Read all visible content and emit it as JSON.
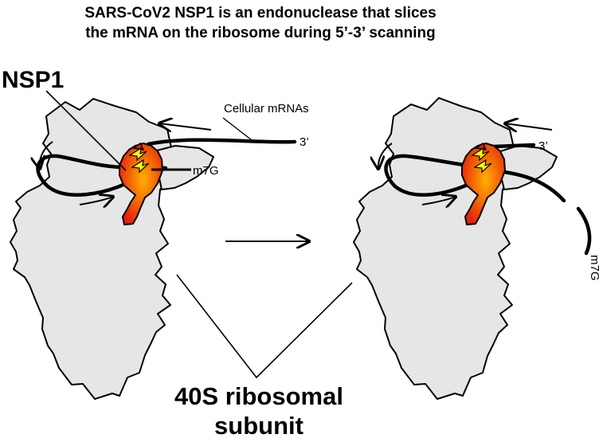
{
  "title": {
    "line1": "SARS-CoV2 NSP1 is an endonuclease that slices",
    "line2": "the mRNA on the ribosome during 5’-3’ scanning"
  },
  "labels": {
    "nsp1": "NSP1",
    "cellular_mrnas": "Cellular mRNAs",
    "three_prime_left": "3’",
    "m7g_left": "m7G",
    "three_prime_right": "3’",
    "m7g_right": "m7G",
    "ribosome_line1": "40S ribosomal",
    "ribosome_line2": "subunit"
  },
  "colors": {
    "ribosome_fill": "#e6e6e6",
    "nsp1_outer": "#e8200c",
    "nsp1_inner": "#ffb000",
    "bolt": "#ffff00",
    "stroke": "#000000"
  }
}
